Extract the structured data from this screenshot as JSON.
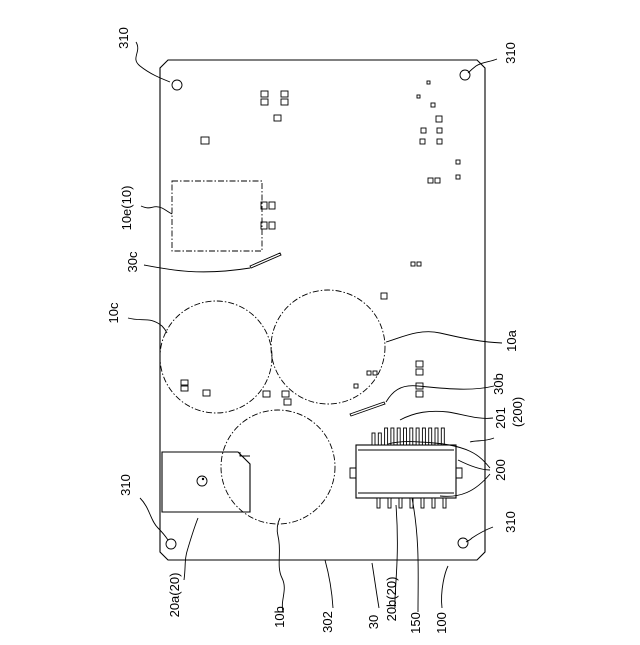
{
  "labels": {
    "hole_tl": "310",
    "hole_tr": "310",
    "hole_bl": "310",
    "hole_br": "310",
    "area_10e": "10e(10)",
    "wire_30c": "30c",
    "area_10c": "10c",
    "area_10a": "10a",
    "wire_30b": "30b",
    "terminal_201": "201",
    "terminal_200_paren": "(200)",
    "module_200": "200",
    "heatsink_20a": "20a(20)",
    "area_10b": "10b",
    "board_302": "302",
    "assembly_30": "30",
    "module_20b": "20b(20)",
    "chip_150": "150",
    "unit_100": "100"
  }
}
